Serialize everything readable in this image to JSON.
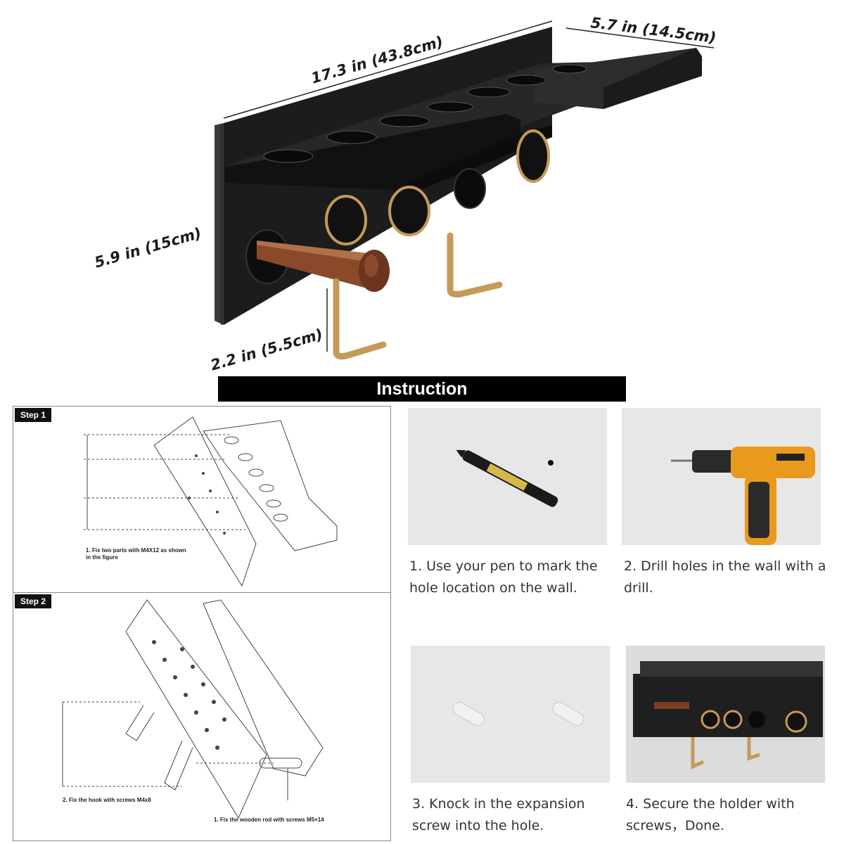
{
  "dimensions": {
    "length": "17.3 in (43.8cm)",
    "depth": "5.7 in (14.5cm)",
    "height": "5.9 in (15cm)",
    "hook": "2.2 in (5.5cm)"
  },
  "banner": "Instruction",
  "steps": {
    "step1": {
      "badge": "Step 1",
      "note": "1. Fix two parts with M4X12 as shown in the figure"
    },
    "step2": {
      "badge": "Step 2",
      "note_hook": "2. Fix the hook with screws M4x8",
      "note_rod": "1. Fix the wooden rod with screws M5×14"
    }
  },
  "instructions": [
    {
      "caption": "1. Use your pen to mark the hole location on the wall."
    },
    {
      "caption": "2. Drill holes in the wall with a drill."
    },
    {
      "caption": "3. Knock in the expansion screw into the hole."
    },
    {
      "caption": "4. Secure the holder with screws，Done."
    }
  ],
  "colors": {
    "metal": "#1f1f1f",
    "brass": "#c49a57",
    "wood": "#7a3f22",
    "drill": "#e89a1e"
  }
}
